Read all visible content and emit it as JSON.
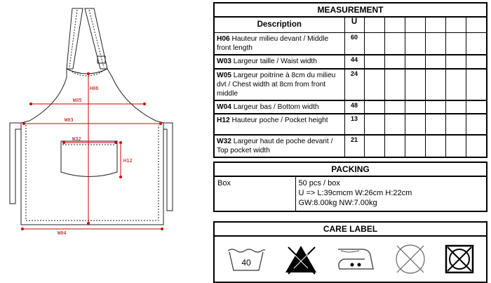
{
  "drawing": {
    "dimension_labels": {
      "h06": "H06",
      "w05": "W05",
      "w03": "W03",
      "w32": "W32",
      "h12": "H12",
      "w04": "W04"
    }
  },
  "measurement": {
    "title": "MEASUREMENT",
    "col_description": "Description",
    "col_unit": "U",
    "rows": [
      {
        "code": "H06",
        "text": "Hauteur milieu devant  / Middle front length",
        "value": "60"
      },
      {
        "code": "W03",
        "text": "Largeur taille / Waist width",
        "value": "44"
      },
      {
        "code": "W05",
        "text": "Largeur poitrine à 8cm du milieu dvt / Chest width at 8cm from front middle",
        "value": "24"
      },
      {
        "code": "W04",
        "text": "Largeur bas / Bottom width",
        "value": "48"
      },
      {
        "code": "H12",
        "text": "Hauteur poche / Pocket height",
        "value": "13"
      },
      {
        "code": "W32",
        "text": "Largeur haut de  poche devant / Top pocket width",
        "value": "21"
      }
    ]
  },
  "packing": {
    "title": "PACKING",
    "label": "Box",
    "lines": [
      "50 pcs / box",
      "U => L:39cmcm W:26cm H:22cm",
      "GW:8.00kg NW:7.00kg"
    ]
  },
  "care_label": {
    "title": "CARE LABEL",
    "wash_temperature": "40",
    "icons": [
      "wash-40-icon",
      "no-bleach-icon",
      "iron-medium-icon",
      "no-dryclean-icon",
      "no-tumble-dry-icon"
    ]
  }
}
